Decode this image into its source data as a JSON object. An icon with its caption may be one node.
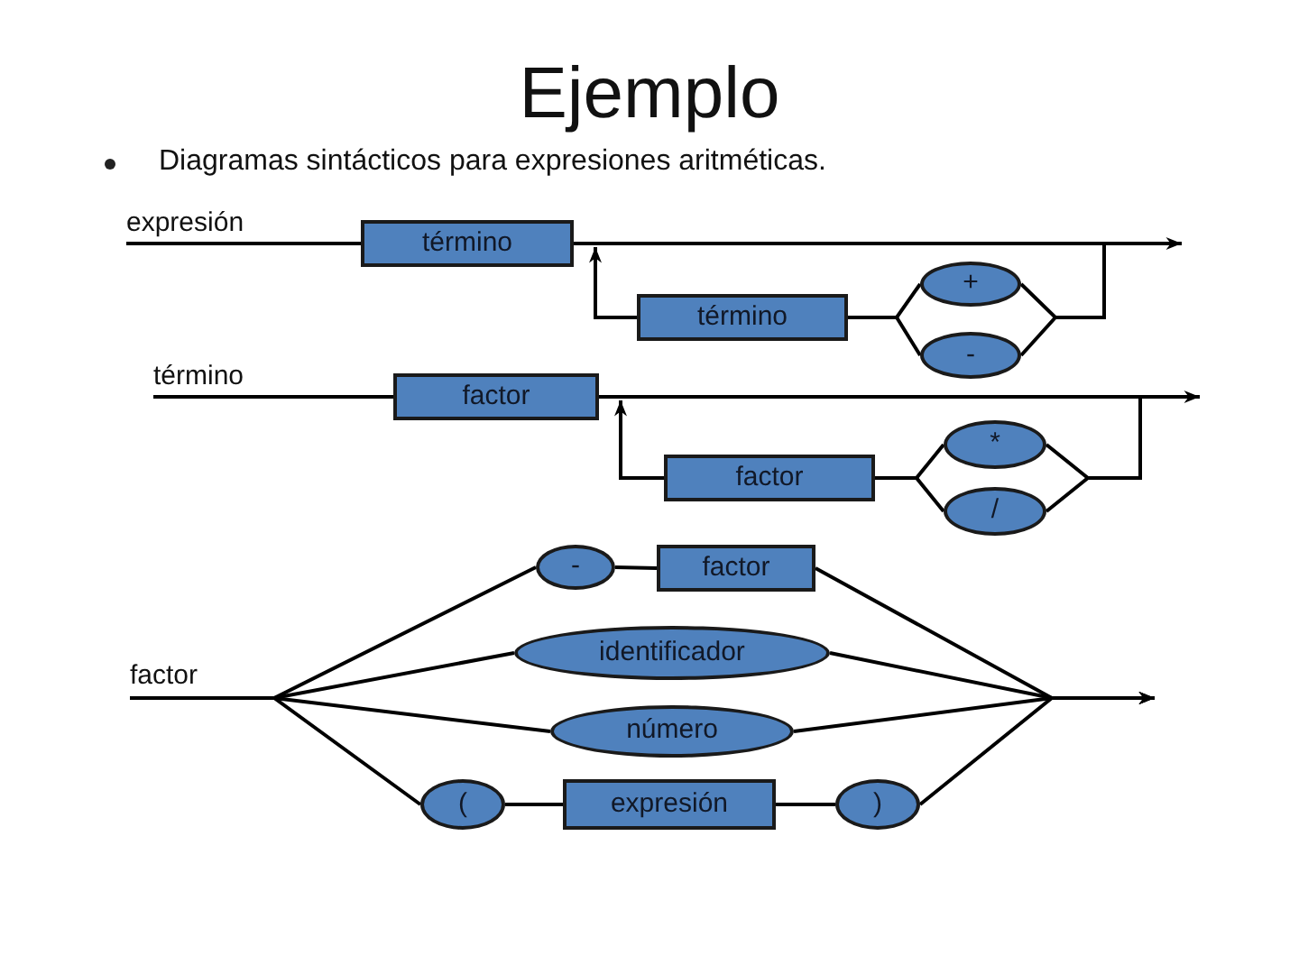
{
  "diagram": {
    "title": "Ejemplo",
    "nodes": [
      {
        "text": [
          "expresión"
        ]
      },
      {
        "text": [
          "término"
        ]
      },
      {
        "text": [
          "término"
        ]
      },
      {
        "text": [
          "+"
        ]
      },
      {
        "text": [
          "-"
        ]
      },
      {
        "text": [
          "término"
        ]
      },
      {
        "text": [
          "factor"
        ]
      },
      {
        "text": [
          "factor"
        ]
      },
      {
        "text": [
          "*"
        ]
      },
      {
        "text": [
          "/"
        ]
      },
      {
        "text": [
          "factor"
        ]
      },
      {
        "text": [
          "-"
        ]
      },
      {
        "text": [
          "factor"
        ]
      },
      {
        "text": [
          "identificador"
        ]
      },
      {
        "text": [
          "número"
        ]
      },
      {
        "text": [
          "("
        ]
      },
      {
        "text": [
          "expresión"
        ]
      },
      {
        "text": [
          ")"
        ]
      }
    ],
    "edges": [
      {
        "from": 0,
        "to": 1,
        "arrow": "none"
      },
      {
        "from": 1,
        "to": null,
        "arrow": "to"
      },
      {
        "from": 1,
        "to": 3,
        "arrow": "none"
      },
      {
        "from": 1,
        "to": 4,
        "arrow": "none"
      },
      {
        "from": 3,
        "to": 2,
        "arrow": "none"
      },
      {
        "from": 4,
        "to": 2,
        "arrow": "none"
      },
      {
        "from": 2,
        "to": 1,
        "arrow": "to"
      },
      {
        "from": 5,
        "to": 6,
        "arrow": "none"
      },
      {
        "from": 6,
        "to": null,
        "arrow": "to"
      },
      {
        "from": 6,
        "to": 8,
        "arrow": "none"
      },
      {
        "from": 6,
        "to": 9,
        "arrow": "none"
      },
      {
        "from": 8,
        "to": 7,
        "arrow": "none"
      },
      {
        "from": 9,
        "to": 7,
        "arrow": "none"
      },
      {
        "from": 7,
        "to": 6,
        "arrow": "to"
      },
      {
        "from": 10,
        "to": 11,
        "arrow": "none"
      },
      {
        "from": 10,
        "to": 13,
        "arrow": "none"
      },
      {
        "from": 10,
        "to": 14,
        "arrow": "none"
      },
      {
        "from": 10,
        "to": 15,
        "arrow": "none"
      },
      {
        "from": 11,
        "to": 12,
        "arrow": "none"
      },
      {
        "from": 15,
        "to": 16,
        "arrow": "none"
      },
      {
        "from": 16,
        "to": 17,
        "arrow": "none"
      },
      {
        "from": 12,
        "to": null,
        "arrow": "to"
      },
      {
        "from": 13,
        "to": null,
        "arrow": "to"
      },
      {
        "from": 14,
        "to": null,
        "arrow": "to"
      },
      {
        "from": 17,
        "to": null,
        "arrow": "to"
      }
    ],
    "labels": [
      "Diagramas sintácticos para expresiones aritméticas."
    ]
  }
}
